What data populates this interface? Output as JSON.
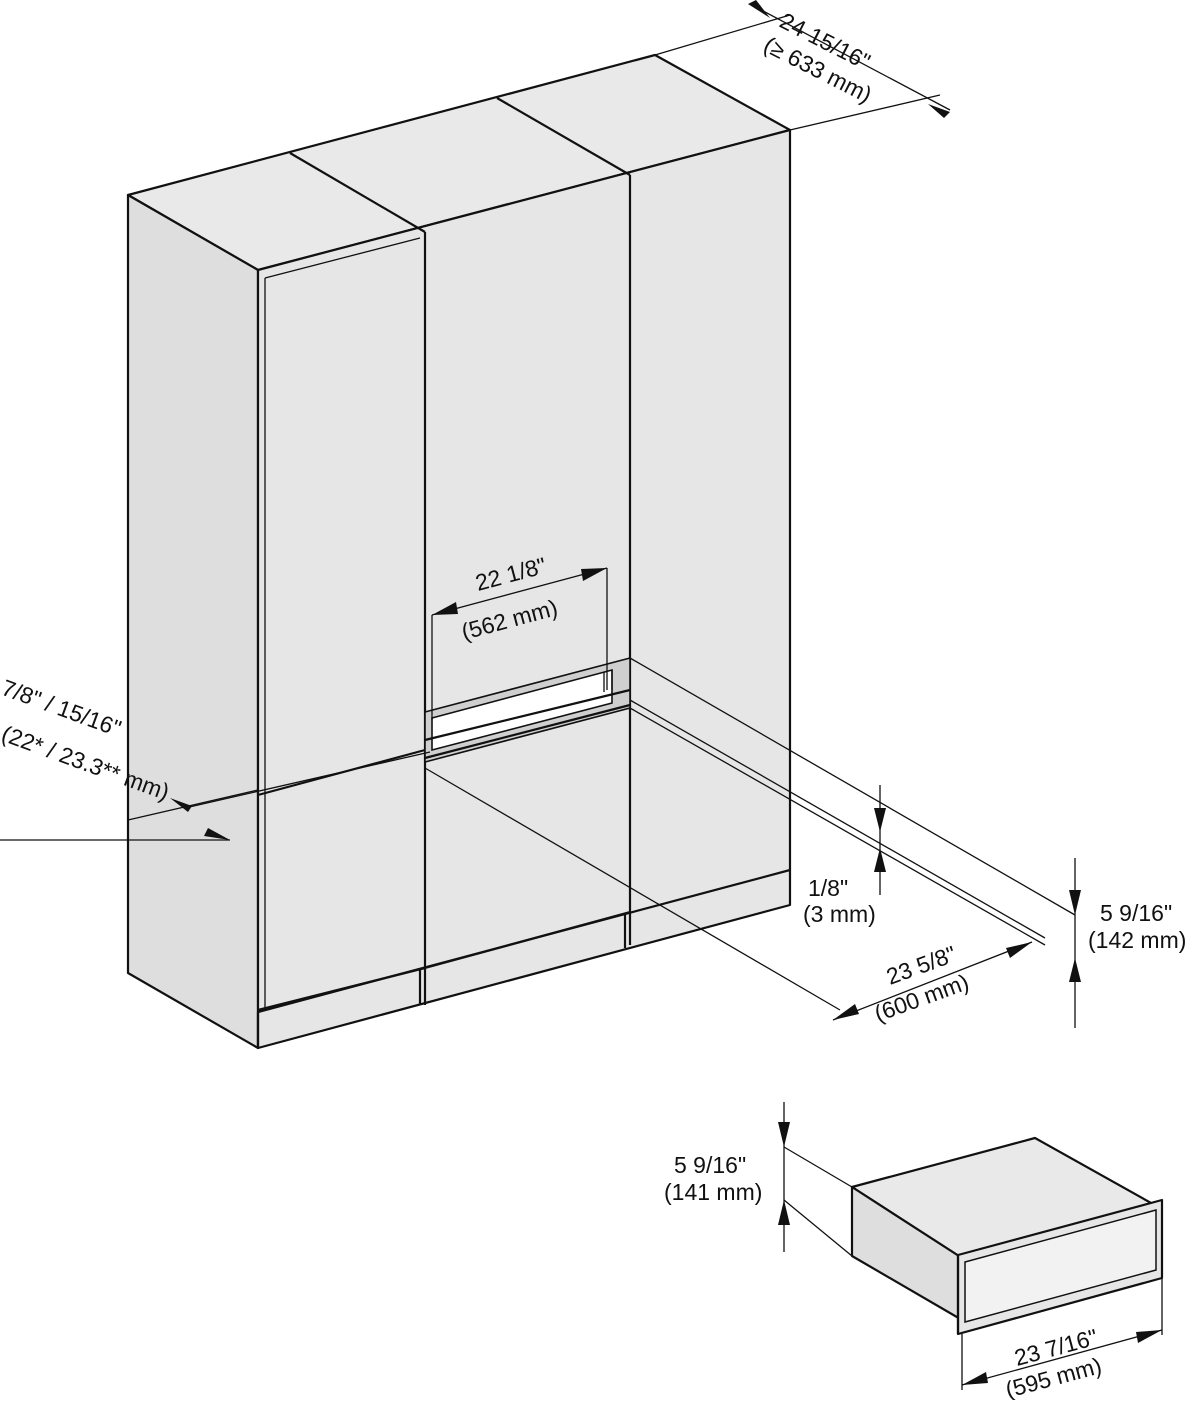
{
  "dimensions": {
    "cabinet_depth": {
      "imperial": "24 15/16\"",
      "metric": "(≥ 633 mm)"
    },
    "niche_width": {
      "imperial": "22 1/8\"",
      "metric": "(562 mm)"
    },
    "front_thickness": {
      "imperial": "7/8\" / 15/16\"",
      "metric": "(22* / 23.3** mm)"
    },
    "gap": {
      "imperial": "1/8\"",
      "metric": "(3 mm)"
    },
    "niche_height": {
      "imperial": "5 9/16\"",
      "metric": "(142 mm)"
    },
    "cabinet_width": {
      "imperial": "23 5/8\"",
      "metric": "(600 mm)"
    },
    "appliance_height": {
      "imperial": "5 9/16\"",
      "metric": "(141 mm)"
    },
    "appliance_width": {
      "imperial": "23 7/16\"",
      "metric": "(595 mm)"
    }
  }
}
